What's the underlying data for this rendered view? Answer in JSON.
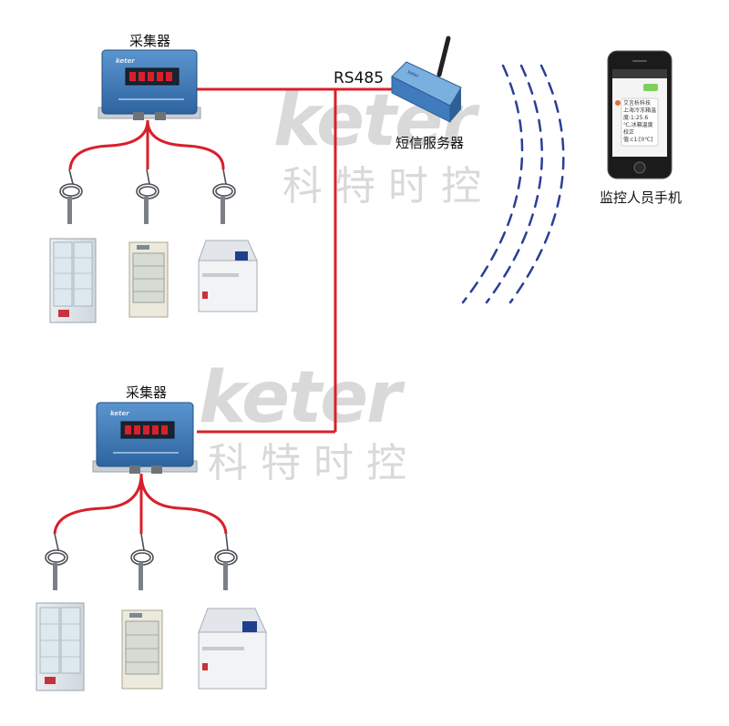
{
  "watermark": {
    "logo": "keter",
    "company": "科特时控"
  },
  "labels": {
    "collector_top": "采集器",
    "collector_bottom": "采集器",
    "rs485": "RS485",
    "sms_server": "短信服务器",
    "phone": "监控人员手机"
  },
  "phone_sms": {
    "line1": "艾言析科技",
    "line2": "上海冷冻箱温",
    "line3": "度:1:25.6",
    "line4": "℃,冰箱温度",
    "line5": "校正",
    "line6": "值:c1:[0℃]"
  },
  "colors": {
    "wire": "#d8202a",
    "device_blue": "#3a78b8",
    "signal": "#2a3f95",
    "watermark": "#d9d9d9"
  }
}
